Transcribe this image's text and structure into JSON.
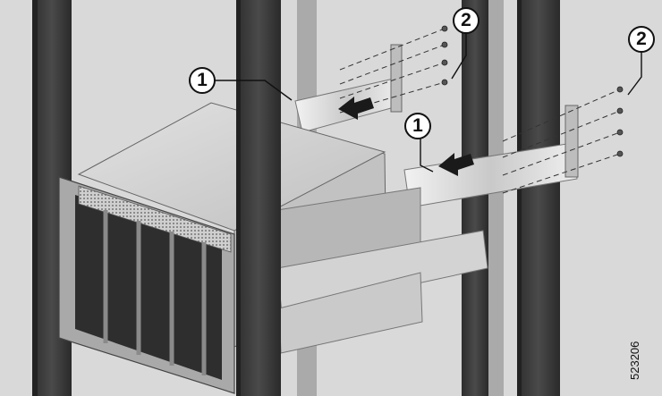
{
  "callouts": [
    {
      "label": "1"
    },
    {
      "label": "2"
    },
    {
      "label": "1"
    },
    {
      "label": "2"
    }
  ],
  "figure_id": "523206",
  "colors": {
    "background": "#d9d9d9",
    "rack_post": "#3b3b3b",
    "chassis_top": "#d2d2d2",
    "chassis_side": "#bdbdbd",
    "rail": "#e6e6e6",
    "arrow": "#1a1a1a"
  }
}
